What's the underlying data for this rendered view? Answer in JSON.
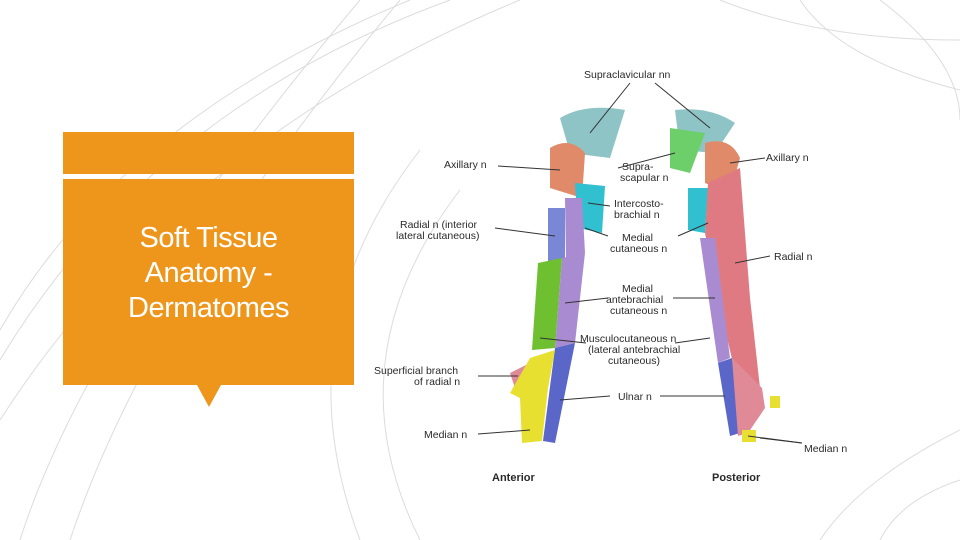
{
  "slide": {
    "title": "Soft Tissue\nAnatomy -\nDermatomes",
    "accent_color": "#ee951c"
  },
  "figure": {
    "labels": {
      "supraclavicular": "Supraclavicular nn",
      "axillary_left": "Axillary n",
      "suprascapular": "Supra-\nscapular n",
      "axillary_right": "Axillary n",
      "intercostobrachial": "Intercosto-\nbrachial n",
      "radial_left": "Radial n (interior\nlateral cutaneous)",
      "medial_cutaneous": "Medial\ncutaneous n",
      "radial_right": "Radial n",
      "medial_antebrachial": "Medial\nantebrachial\ncutaneous n",
      "musculocutaneous": "Musculocutaneous n\n(lateral antebrachial\ncutaneous)",
      "superficial_radial": "Superficial branch\nof radial n",
      "ulnar": "Ulnar n",
      "median_left": "Median n",
      "median_right": "Median n",
      "anterior": "Anterior",
      "posterior": "Posterior"
    },
    "region_colors": {
      "supraclavicular": "#8fc4c6",
      "axillary": "#e08a6a",
      "suprascapular": "#6ccf6a",
      "intercostobrachial": "#30c0d0",
      "radial": "#e07a82",
      "medial_cutaneous": "#7a86d6",
      "medial_antebrachial": "#a98bd1",
      "musculocutaneous": "#6fc030",
      "ulnar": "#5a66c8",
      "median": "#e8e030",
      "superficial_radial": "#e08a98"
    }
  }
}
